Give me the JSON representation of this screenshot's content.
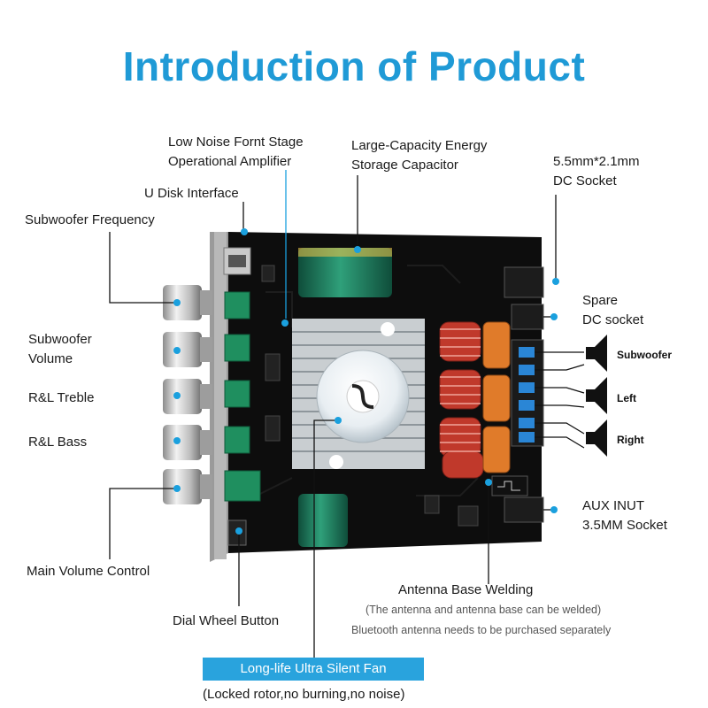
{
  "title": "Introduction of Product",
  "labels": {
    "opamp_line1": "Low Noise Fornt Stage",
    "opamp_line2": "Operational Amplifier",
    "capacitor_line1": "Large-Capacity Energy",
    "capacitor_line2": "Storage Capacitor",
    "dc_line1": "5.5mm*2.1mm",
    "dc_line2": "DC Socket",
    "udisk": "U Disk Interface",
    "sub_freq": "Subwoofer Frequency",
    "spare_line1": "Spare",
    "spare_line2": "DC socket",
    "sub_vol_line1": "Subwoofer",
    "sub_vol_line2": "Volume",
    "treble": "R&L Treble",
    "bass": "R&L Bass",
    "aux_line1": "AUX INUT",
    "aux_line2": "3.5MM Socket",
    "main_vol": "Main Volume Control",
    "antenna": "Antenna Base Welding",
    "antenna_note1": "(The antenna and antenna base can be welded)",
    "antenna_note2": "Bluetooth antenna needs to be purchased separately",
    "dial": "Dial Wheel Button",
    "fan": "Long-life Ultra Silent Fan",
    "fan_note": "(Locked rotor,no burning,no noise)"
  },
  "speakers": {
    "subwoofer": "Subwoofer",
    "left": "Left",
    "right": "Right"
  },
  "colors": {
    "title": "#1f9ad6",
    "marker": "#1aa0de",
    "banner": "#29a3dd",
    "board": "#0d0d0d"
  }
}
